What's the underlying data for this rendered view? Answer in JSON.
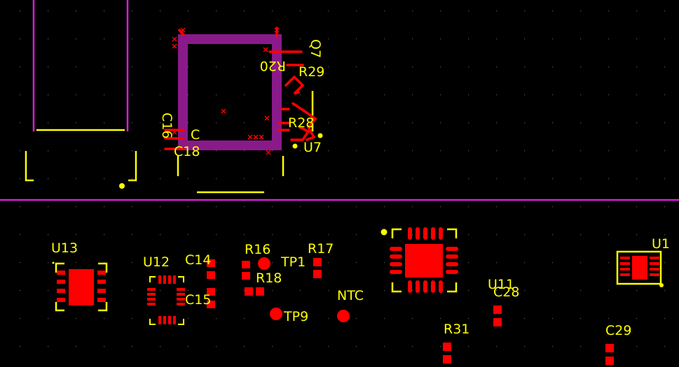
{
  "colors": {
    "background": "#000000",
    "silkscreen": "#ffff00",
    "copper_top": "#ff0000",
    "board_outline": "#d81ed8",
    "keepout": "#8a1a8a",
    "grid_dot": "#5a5a5a"
  },
  "designators": {
    "c16": "C16",
    "c18": "C18",
    "c_partial": "C",
    "r20": "R20",
    "q7": "Q7",
    "r29": "R29",
    "r28": "R28",
    "u7": "U7",
    "u13": "U13",
    "u12": "U12",
    "c14": "C14",
    "c15": "C15",
    "r16": "R16",
    "r18": "R18",
    "tp1": "TP1",
    "r17": "R17",
    "tp9": "TP9",
    "ntc": "NTC",
    "u11": "U11",
    "c28": "C28",
    "r31": "R31",
    "u1": "U1",
    "c29": "C29"
  }
}
